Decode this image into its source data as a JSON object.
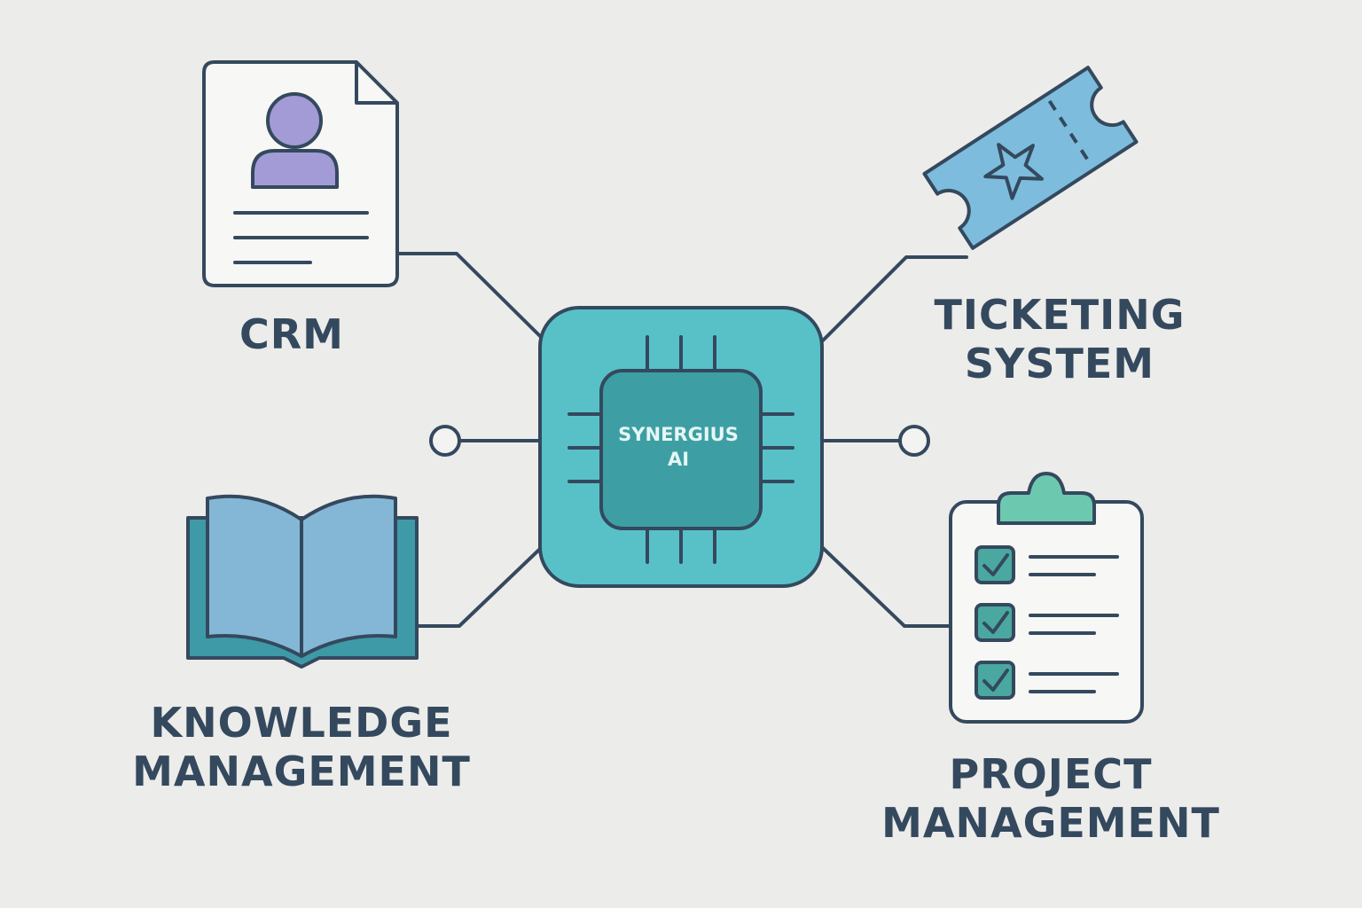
{
  "hub": {
    "line1": "SYNERGIUS",
    "line2": "AI"
  },
  "nodes": {
    "crm": {
      "line1": "CRM"
    },
    "ticketing": {
      "line1": "TICKETING",
      "line2": "SYSTEM"
    },
    "knowledge": {
      "line1": "KNOWLEDGE",
      "line2": "MANAGEMENT"
    },
    "project": {
      "line1": "PROJECT",
      "line2": "MANAGEMENT"
    }
  },
  "icons": [
    "document-user-icon",
    "ticket-star-icon",
    "open-book-icon",
    "clipboard-checklist-icon",
    "chip-icon"
  ],
  "colors": {
    "background": "#ececea",
    "outline": "#34495e",
    "chip": "#58c1c8",
    "chip_core": "#3d9fa3",
    "ticket": "#7dbcdc",
    "book": "#84b7d6",
    "book_cover": "#3f9aa8",
    "avatar": "#a29bd6",
    "clip": "#6cc9b0",
    "check_box": "#4aa8a0"
  }
}
